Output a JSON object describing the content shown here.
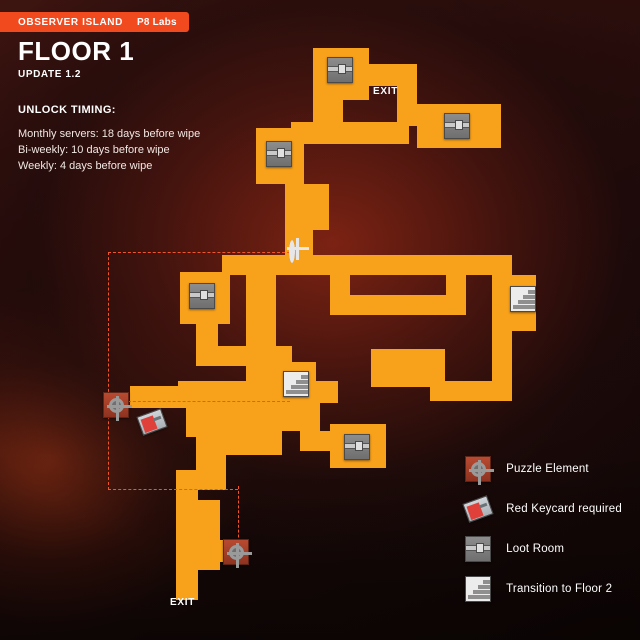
{
  "header": {
    "site_name": "OBSERVER ISLAND",
    "subtitle": "P8 Labs",
    "title": "FLOOR 1",
    "update": "UPDATE 1.2"
  },
  "unlock": {
    "heading": "UNLOCK TIMING:",
    "lines": [
      "Monthly servers: 18 days before wipe",
      "Bi-weekly: 10 days before wipe",
      "Weekly: 4 days before wipe"
    ]
  },
  "map": {
    "exit_label_top": "EXIT",
    "exit_label_bottom": "EXIT",
    "room_color": "#f8a11a",
    "path_color": "#f0562a"
  },
  "legend": {
    "items": [
      {
        "icon": "puzzle-icon",
        "label": "Puzzle Element"
      },
      {
        "icon": "red-keycard-icon",
        "label": "Red Keycard required"
      },
      {
        "icon": "loot-crate-icon",
        "label": "Loot Room"
      },
      {
        "icon": "stairs-icon",
        "label": "Transition to Floor 2"
      }
    ]
  },
  "colors": {
    "accent": "#f04a1e",
    "rooms": "#f8a11a",
    "background": "#2a0e0c"
  }
}
